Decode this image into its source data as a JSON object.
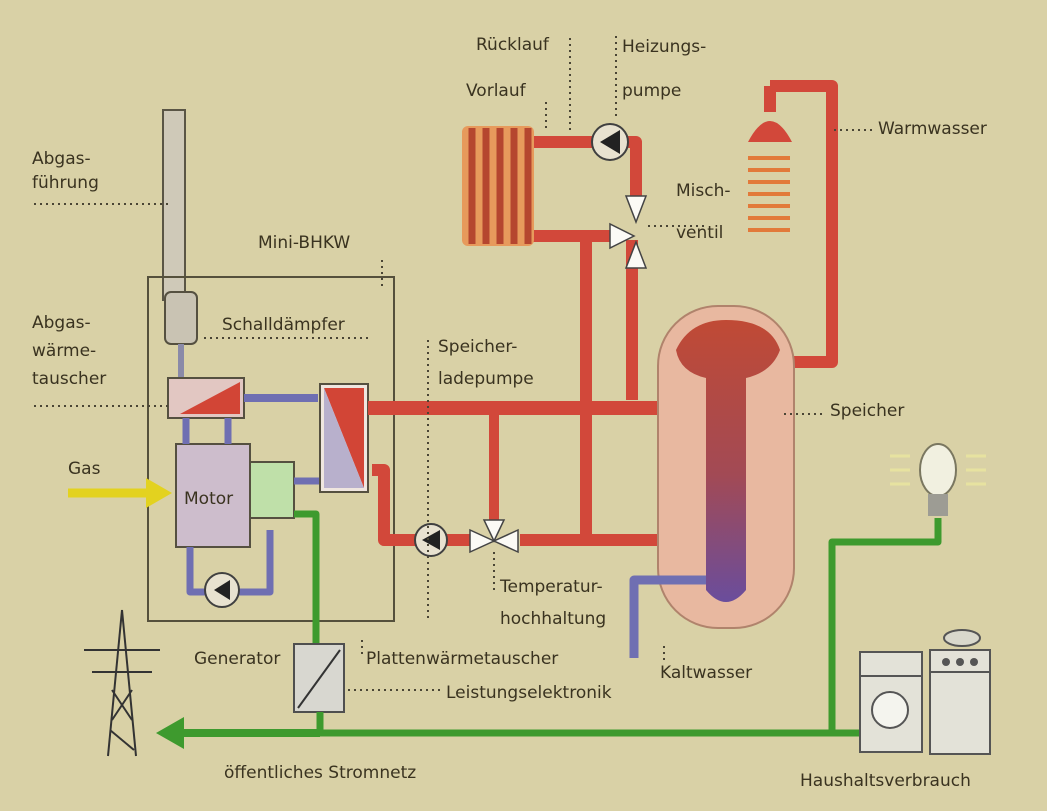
{
  "labels": {
    "abgas1": "Abgas-",
    "abgas2": "führung",
    "mini": "Mini-BHKW",
    "schall": "Schalldämpfer",
    "awt1": "Abgas-",
    "awt2": "wärme-",
    "awt3": "tauscher",
    "gas": "Gas",
    "motor": "Motor",
    "ruecklauf": "Rücklauf",
    "vorlauf": "Vorlauf",
    "hp1": "Heizungs-",
    "hp2": "pumpe",
    "misch1": "Misch-",
    "misch2": "ventil",
    "warmwasser": "Warmwasser",
    "slp1": "Speicher-",
    "slp2": "ladepumpe",
    "speicher": "Speicher",
    "temp1": "Temperatur-",
    "temp2": "hochhaltung",
    "generator": "Generator",
    "pwt": "Plattenwärmetauscher",
    "lelek": "Leistungselektronik",
    "kaltwasser": "Kaltwasser",
    "netz": "öffentliches Stromnetz",
    "haushalt": "Haushaltsverbrauch"
  },
  "colors": {
    "background": "#d9d1a6",
    "hot_pipe": "#d2483a",
    "cold_pipe": "#6f6fb2",
    "electric": "#3e9a2e",
    "gas": "#e3d21f",
    "tank_outer": "#e8b8a0",
    "tank_inner": "#b84a3a"
  }
}
